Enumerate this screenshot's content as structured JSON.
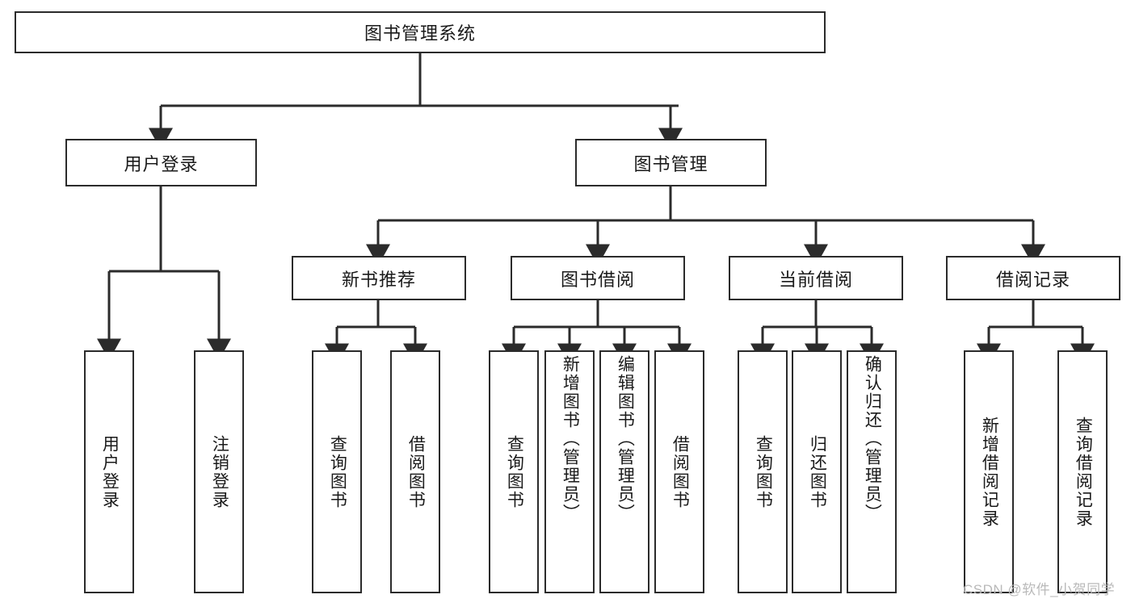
{
  "diagram": {
    "title": "图书管理系统",
    "type": "tree-hierarchy-diagram",
    "root": {
      "label": "图书管理系统"
    },
    "level1": [
      {
        "label": "用户登录"
      },
      {
        "label": "图书管理"
      }
    ],
    "level2": [
      {
        "label": "新书推荐"
      },
      {
        "label": "图书借阅"
      },
      {
        "label": "当前借阅"
      },
      {
        "label": "借阅记录"
      }
    ],
    "leaves": {
      "user_login": [
        {
          "label": "用户登录"
        },
        {
          "label": "注销登录"
        }
      ],
      "new_book_recommend": [
        {
          "label": "查询图书"
        },
        {
          "label": "借阅图书"
        }
      ],
      "book_borrow": [
        {
          "label": "查询图书"
        },
        {
          "label": "新增图书（管理员）"
        },
        {
          "label": "编辑图书（管理员）"
        },
        {
          "label": "借阅图书"
        }
      ],
      "current_borrow": [
        {
          "label": "查询图书"
        },
        {
          "label": "归还图书"
        },
        {
          "label": "确认归还（管理员）"
        }
      ],
      "borrow_record": [
        {
          "label": "新增借阅记录"
        },
        {
          "label": "查询借阅记录"
        }
      ]
    }
  },
  "watermark": {
    "text": "CSDN @软件_小贺同学"
  },
  "colors": {
    "stroke": "#2b2b2b",
    "background": "#ffffff",
    "text": "#1a1a1a",
    "watermark": "#b9b9b9"
  }
}
